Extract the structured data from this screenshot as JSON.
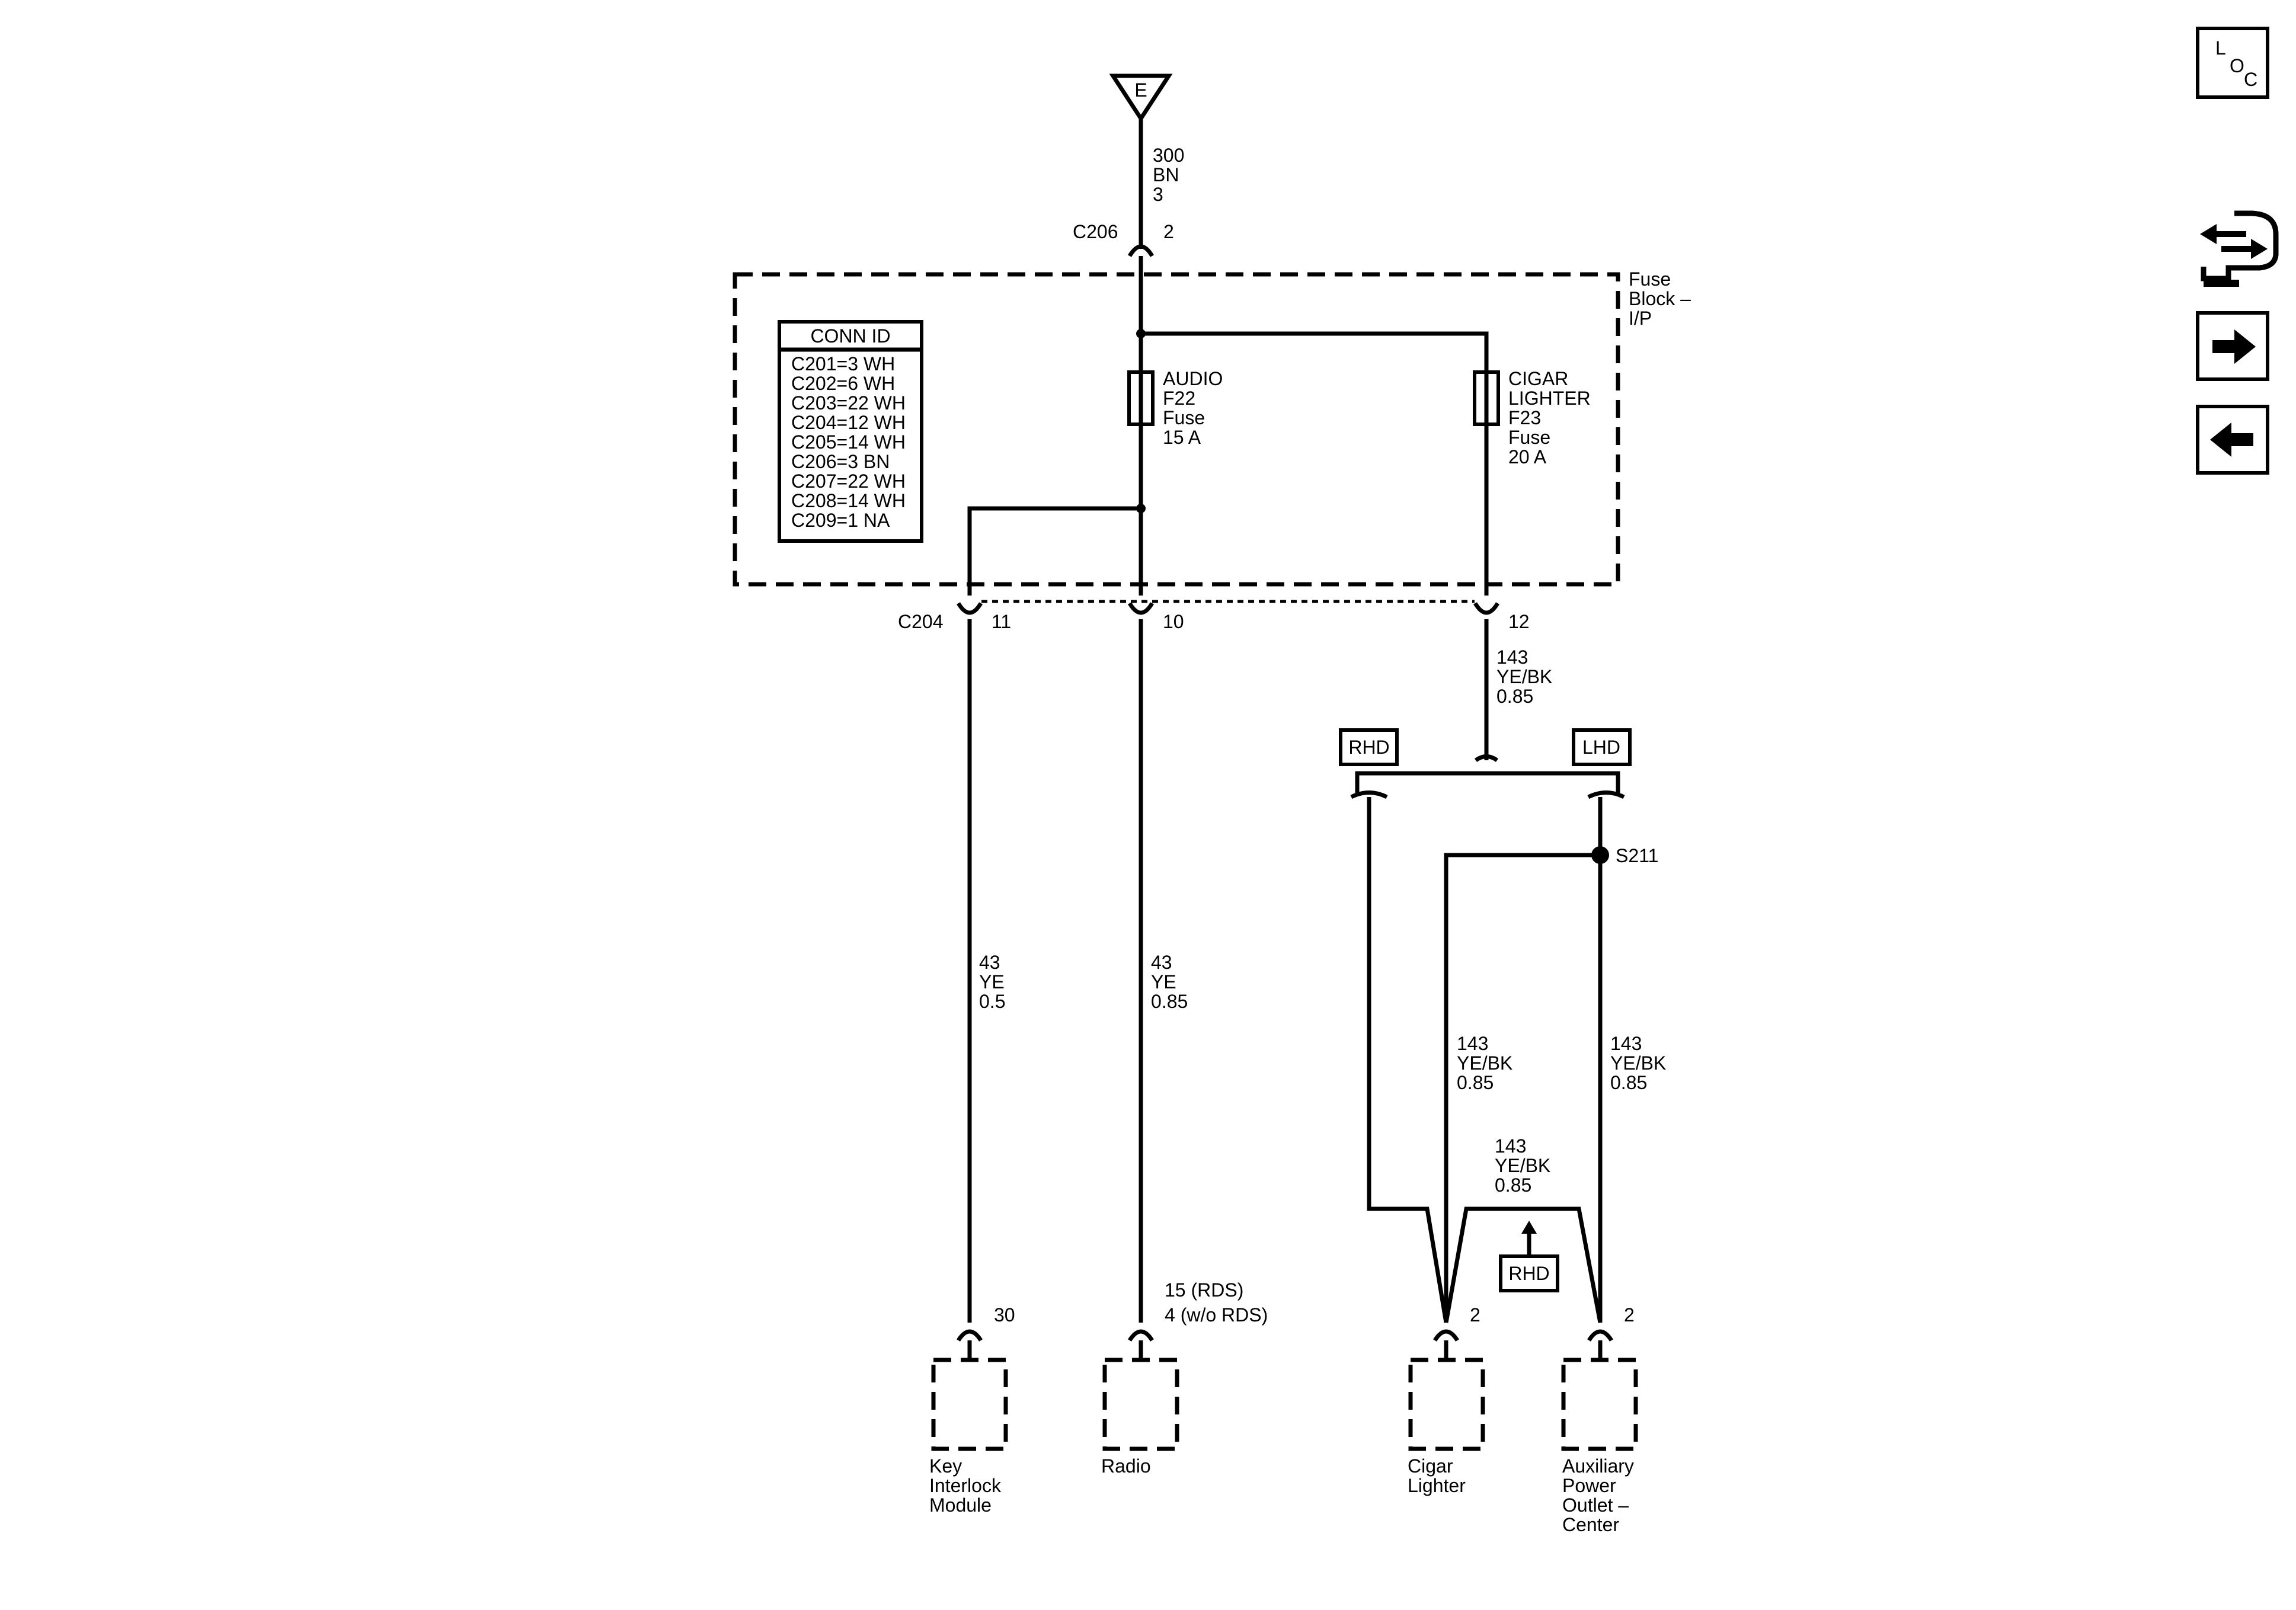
{
  "ground": {
    "letter": "E",
    "wire": [
      "300",
      "BN",
      "3"
    ]
  },
  "c206": {
    "name": "C206",
    "pin": "2"
  },
  "fuse_block": {
    "label": [
      "Fuse",
      "Block –",
      "I/P"
    ]
  },
  "conn_id": {
    "title": "CONN ID",
    "rows": [
      "C201=3 WH",
      "C202=6 WH",
      "C203=22 WH",
      "C204=12 WH",
      "C205=14 WH",
      "C206=3 BN",
      "C207=22 WH",
      "C208=14 WH",
      "C209=1 NA"
    ]
  },
  "fuse_audio": [
    "AUDIO",
    "F22",
    "Fuse",
    "15 A"
  ],
  "fuse_cigar": [
    "CIGAR",
    "LIGHTER",
    "F23",
    "Fuse",
    "20 A"
  ],
  "c204": {
    "name": "C204",
    "pins": [
      "11",
      "10",
      "12"
    ]
  },
  "wire_12": [
    "143",
    "YE/BK",
    "0.85"
  ],
  "rhd_label": "RHD",
  "lhd_label": "LHD",
  "splice": "S211",
  "wire_key": [
    "43",
    "YE",
    "0.5"
  ],
  "wire_radio": [
    "43",
    "YE",
    "0.85"
  ],
  "wire_cigar": [
    "143",
    "YE/BK",
    "0.85"
  ],
  "wire_aux": [
    "143",
    "YE/BK",
    "0.85"
  ],
  "wire_cross": [
    "143",
    "YE/BK",
    "0.85"
  ],
  "rhd_arrow_label": "RHD",
  "pin_key": "30",
  "pin_radio": [
    "15 (RDS)",
    "4 (w/o RDS)"
  ],
  "pin_cigar": "2",
  "pin_aux": "2",
  "components": {
    "key": [
      "Key",
      "Interlock",
      "Module"
    ],
    "radio": [
      "Radio"
    ],
    "cigar": [
      "Cigar",
      "Lighter"
    ],
    "aux": [
      "Auxiliary",
      "Power",
      "Outlet –",
      "Center"
    ]
  },
  "nav": {
    "loc": [
      "L",
      "O",
      "C"
    ]
  }
}
